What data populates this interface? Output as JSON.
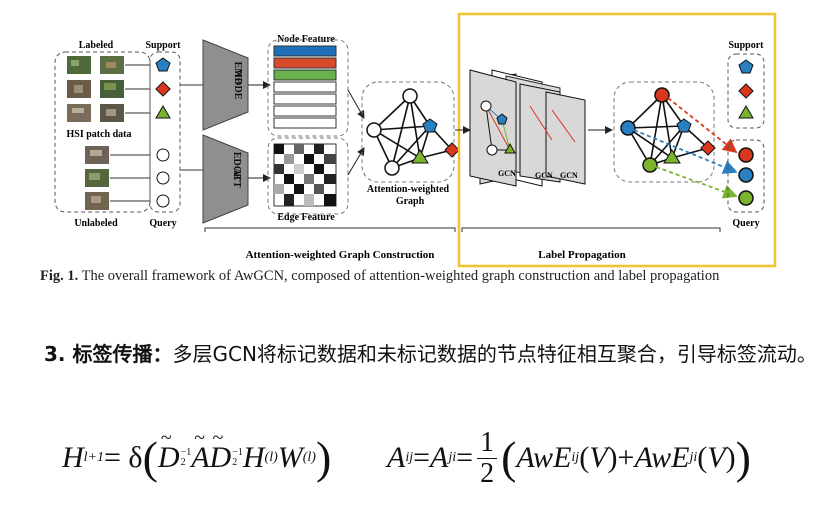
{
  "figure": {
    "left_labels": {
      "labeled": "Labeled",
      "hsi_patch": "HSI patch data",
      "unlabeled": "Unlabeled"
    },
    "support_label": "Support",
    "query_label": "Query",
    "node_emb": "NODE\nEMB",
    "att_edge": "ATT\nEDGE",
    "node_feature": "Node Feature",
    "edge_feature": "Edge Feature",
    "graph_label": "Attention-weighted\nGraph",
    "construction_label": "Attention-weighted Graph Construction",
    "propagation_label": "Label Propagation",
    "gcn_label": "GCN",
    "right_support": "Support",
    "right_query": "Query",
    "highlight_color": "#f2c230",
    "colors": {
      "blue": "#2a7fc0",
      "red": "#d9381e",
      "green": "#7ab32e",
      "node_feature_bars": [
        "#1f6fb8",
        "#d94a2a",
        "#6ab04c",
        "#ffffff",
        "#ffffff",
        "#ffffff",
        "#ffffff"
      ]
    }
  },
  "caption": {
    "fig_no": "Fig. 1.",
    "text": " The overall framework of AwGCN, composed of attention-weighted graph construction and label propagation"
  },
  "point": {
    "number": "3.",
    "title": " 标签传播：",
    "body": "多层GCN将标记数据和未标记数据的节点特征相互聚合，引导标签流动。"
  },
  "formula1": {
    "lhs": "H",
    "lhs_sup": "l+1",
    "eq": " = δ",
    "d": "D",
    "a": "A",
    "h": "H",
    "h_sup": "(l)",
    "w": "W",
    "w_sup": "(l)",
    "exp_num": "−1",
    "exp_den": "2"
  },
  "formula2": {
    "a1": "A",
    "a1_sub": "ij",
    "eq1": " = ",
    "a2": "A",
    "a2_sub": "ji",
    "eq2": " = ",
    "half_num": "1",
    "half_den": "2",
    "term1": "AwE",
    "term1_sub": "ij",
    "v1": "V",
    "plus": " + ",
    "term2": "AwE",
    "term2_sub": "ji",
    "v2": "V"
  }
}
